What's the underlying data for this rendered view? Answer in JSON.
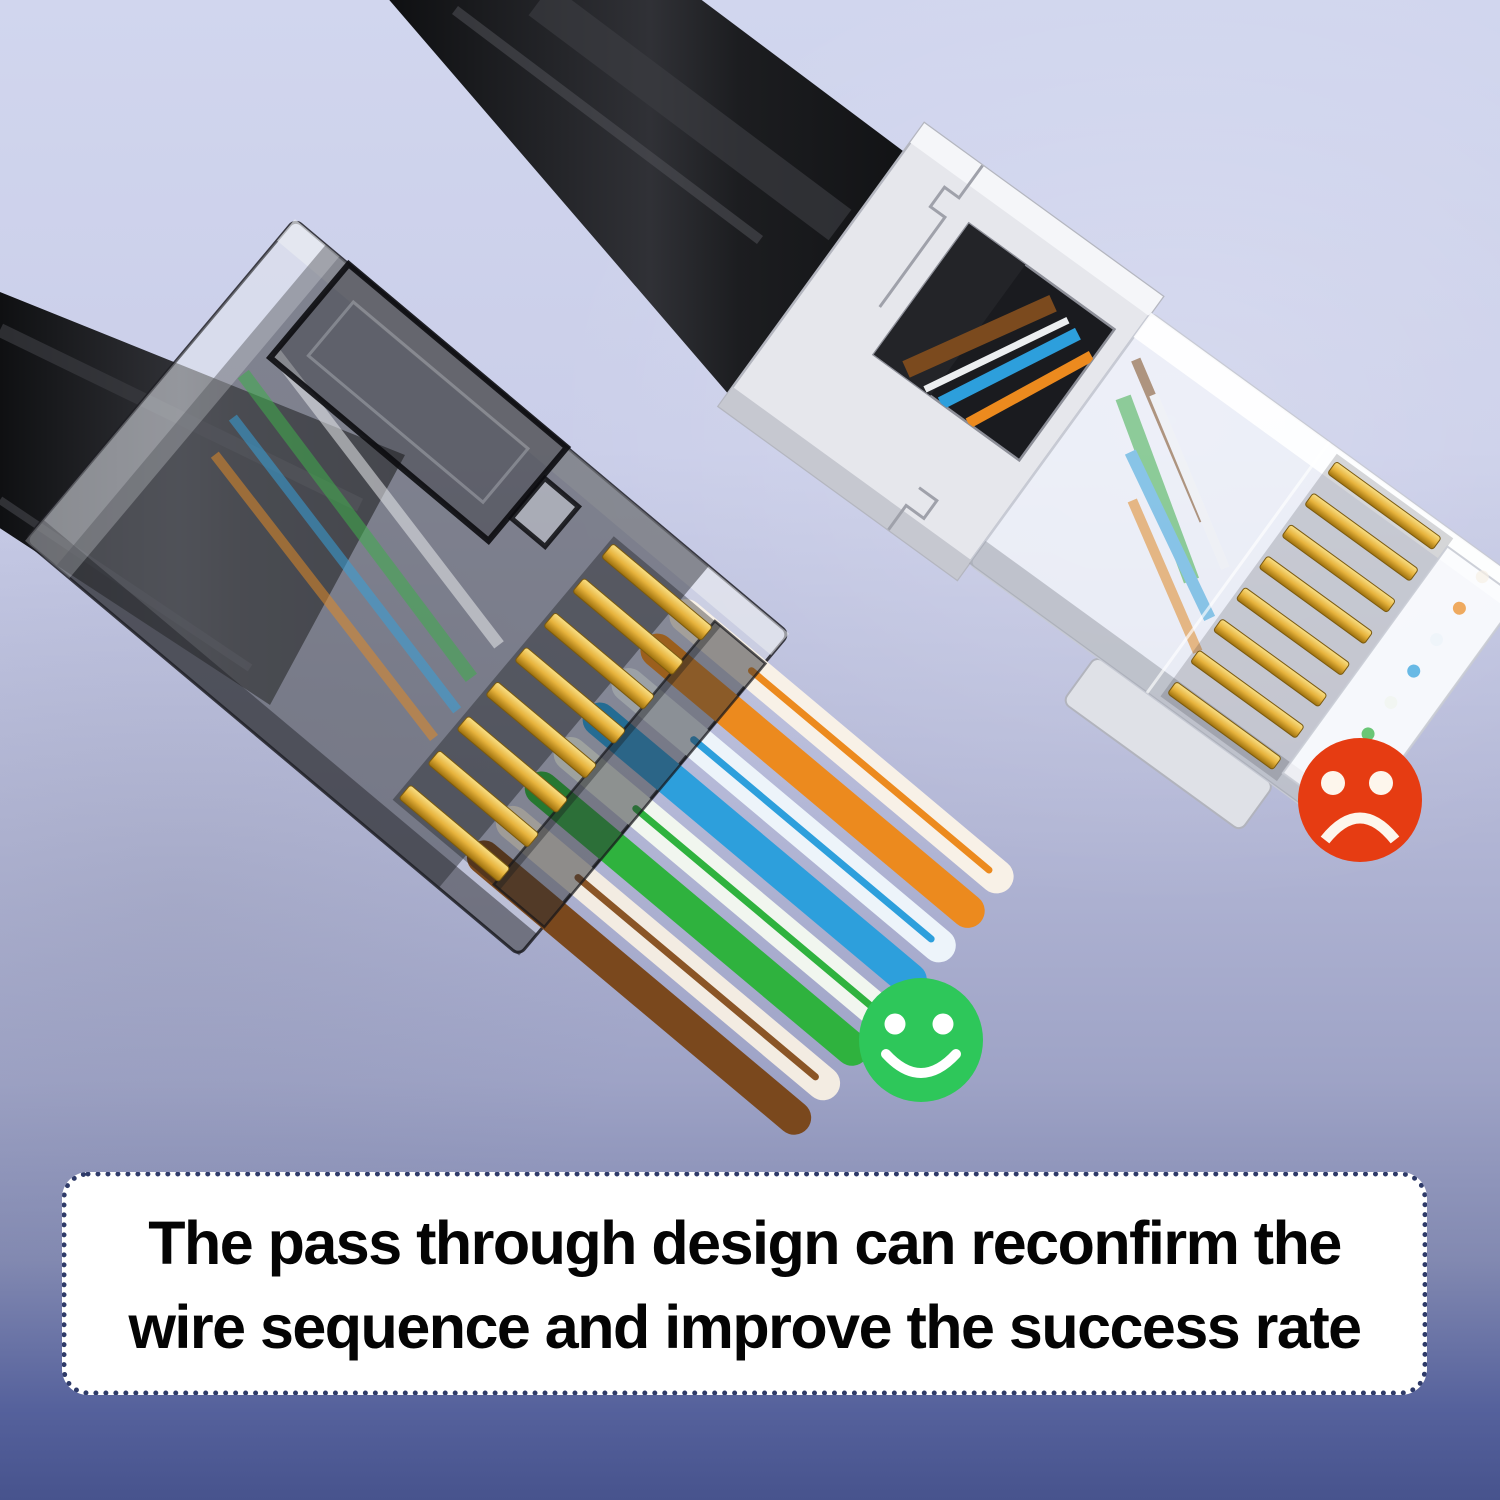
{
  "caption": {
    "line1": "The pass through design can reconfirm the",
    "line2": "wire sequence and improve the success rate"
  },
  "indicators": {
    "good": {
      "icon": "smiley-face",
      "color": "#2ec75a"
    },
    "bad": {
      "icon": "frowny-face",
      "color": "#e63c12"
    }
  },
  "colors": {
    "background_top": "#d1d6ee",
    "background_bottom": "#47538d",
    "caption_background": "#ffffff",
    "caption_border": "#2e3a68",
    "caption_text": "#040404",
    "pin_gold": "#e7b33c",
    "cable_black": "#17181b",
    "plug_smoke": "#2e2f35",
    "plug_clear": "#f1f3f8",
    "shield_silver": "#e6e7ec"
  },
  "wires": [
    {
      "name": "brown",
      "color": "#7a481d"
    },
    {
      "name": "white-brown",
      "color": "#f3ece2",
      "stripe": "#8a5526"
    },
    {
      "name": "green",
      "color": "#2fb23e"
    },
    {
      "name": "white-green",
      "color": "#f1f6ef",
      "stripe": "#2fb23e"
    },
    {
      "name": "blue",
      "color": "#2d9fdc"
    },
    {
      "name": "white-blue",
      "color": "#edf4fa",
      "stripe": "#2d9fdc"
    },
    {
      "name": "orange",
      "color": "#ec8a1e"
    },
    {
      "name": "white-orange",
      "color": "#f8f1e7",
      "stripe": "#ec8a1e"
    }
  ]
}
